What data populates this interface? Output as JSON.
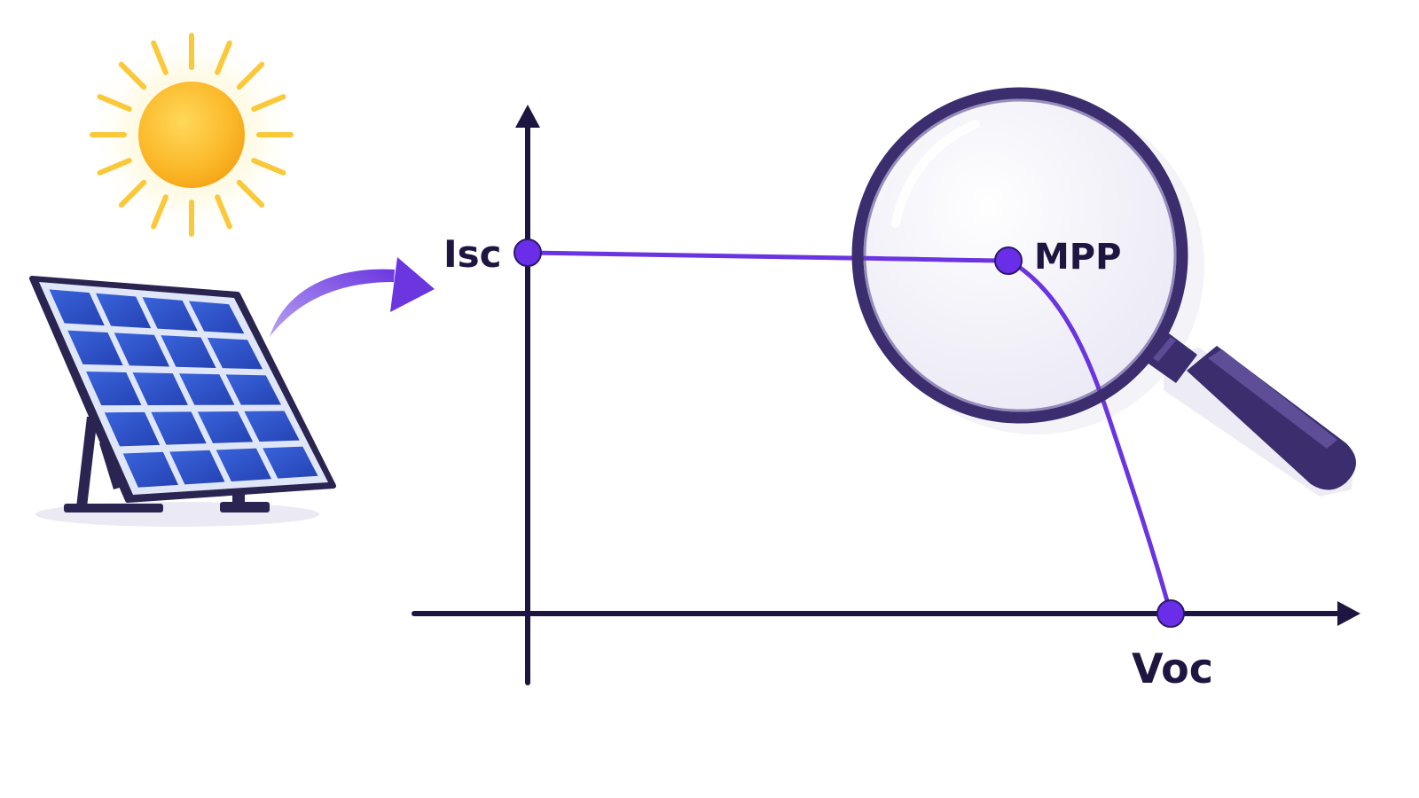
{
  "labels": {
    "isc": "Isc",
    "mpp": "MPP",
    "voc": "Voc"
  },
  "icons": {
    "sun": "sun-icon",
    "panel": "solar-panel-icon",
    "arrow": "curved-arrow-icon",
    "magnifier": "magnifying-glass-icon"
  },
  "colors": {
    "axis": "#1e1640",
    "curve": "#6a35e0",
    "point": "#6a2ee8",
    "sun_core": "#fbb829",
    "sun_ray": "#f9c93a",
    "panel_cell": "#2c50c9",
    "panel_frame": "#2a2451",
    "magnifier_ring": "#3b2d6e",
    "magnifier_handle": "#3b2d6e",
    "arrow": "#7a45e6"
  }
}
